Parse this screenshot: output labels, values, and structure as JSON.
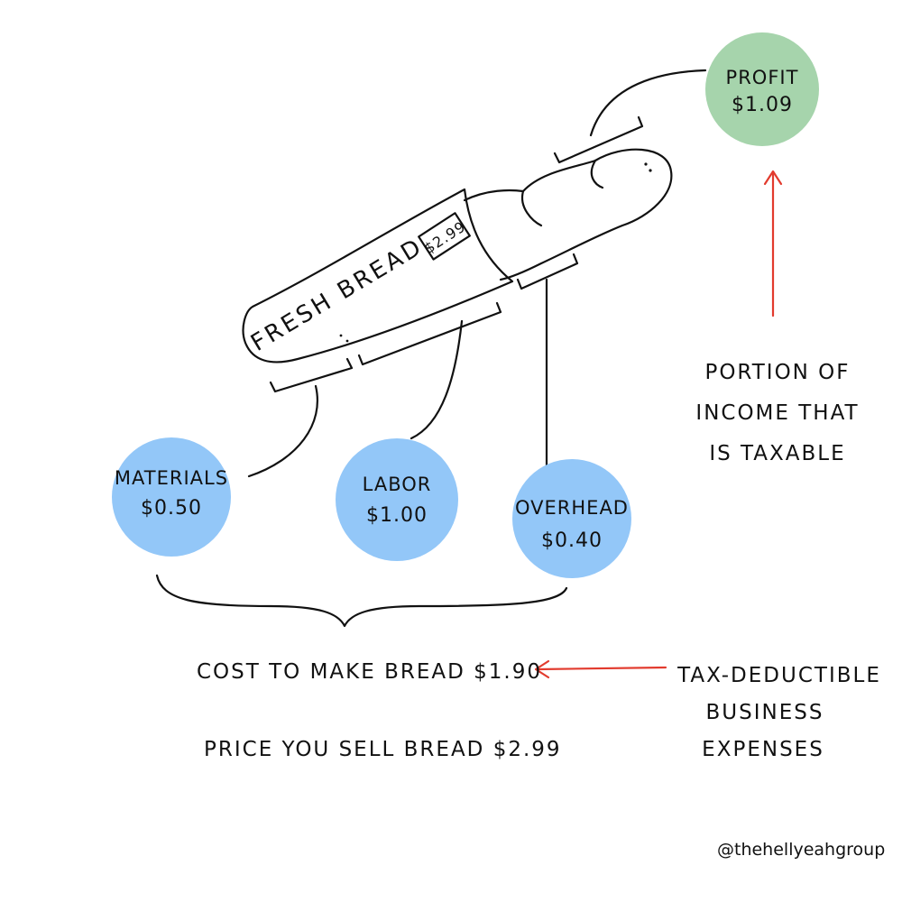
{
  "bread": {
    "bag_label": "FRESH BREAD",
    "price_tag": "$2.99"
  },
  "profit": {
    "label": "PROFIT",
    "value": "$1.09",
    "color": "#a6d4ac"
  },
  "components": [
    {
      "label": "MATERIALS",
      "value": "$0.50",
      "color": "#93c7f8"
    },
    {
      "label": "LABOR",
      "value": "$1.00",
      "color": "#93c7f8"
    },
    {
      "label": "OVERHEAD",
      "value": "$0.40",
      "color": "#93c7f8"
    }
  ],
  "cost_line": "COST TO MAKE BREAD $1.90",
  "price_line": "PRICE YOU SELL BREAD $2.99",
  "taxable_note": [
    "PORTION OF",
    "INCOME THAT",
    "IS TAXABLE"
  ],
  "deductible_note": [
    "TAX-DEDUCTIBLE",
    "BUSINESS",
    "EXPENSES"
  ],
  "credit": "@thehellyeahgroup",
  "arrow_color": "#e23b2e"
}
